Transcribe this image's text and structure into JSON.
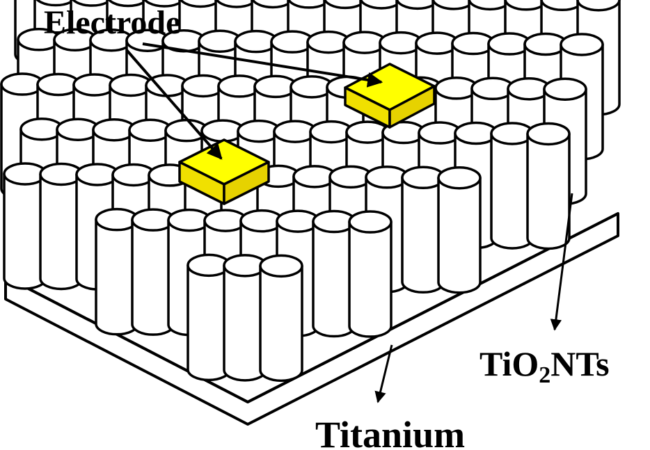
{
  "labels": {
    "electrode": "Electrode",
    "titanium": "Titanium",
    "nt_prefix": "TiO",
    "nt_subscript": "2",
    "nt_suffix": "NTs"
  },
  "colors": {
    "outline": "#000000",
    "fill": "#ffffff",
    "electrode_top": "#ffff00",
    "electrode_side": "#f2e400",
    "electrode_front": "#e6d200"
  },
  "icons": {
    "tube": "cylinder-icon",
    "electrode_pad": "square-pad-icon",
    "pointer": "arrow-icon"
  }
}
